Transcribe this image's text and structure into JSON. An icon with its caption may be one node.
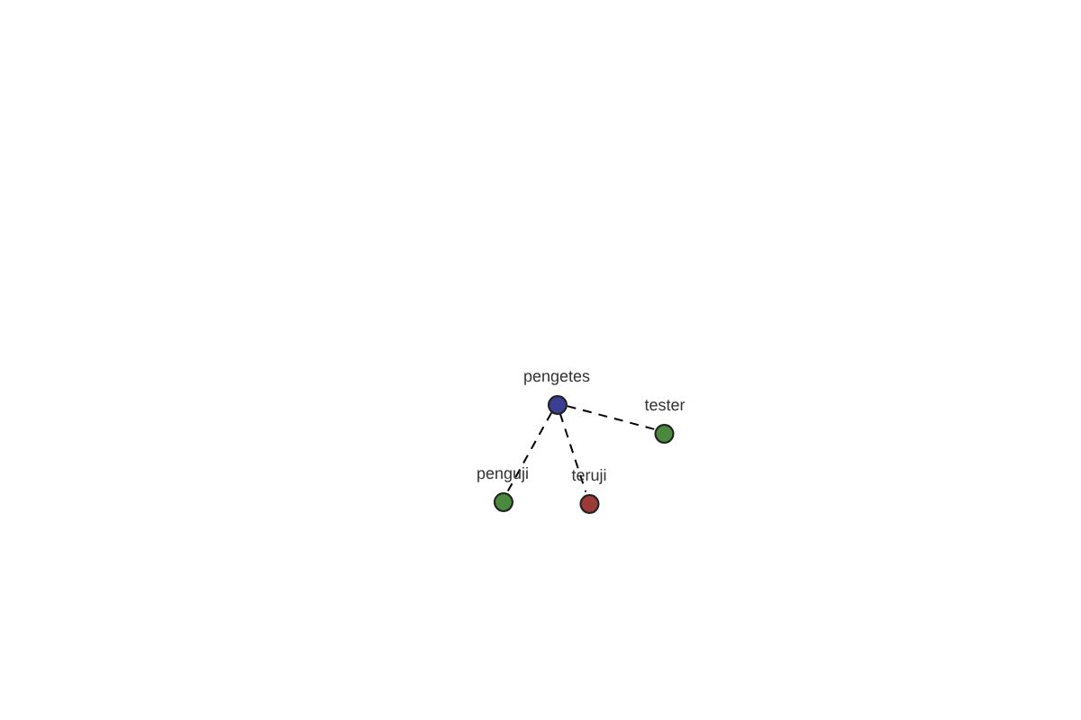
{
  "diagram": {
    "nodes": [
      {
        "text": [
          "pengetes"
        ]
      },
      {
        "text": [
          "tester"
        ]
      },
      {
        "text": [
          "penguji"
        ]
      },
      {
        "text": [
          "teruji"
        ]
      }
    ],
    "edges": [
      {
        "from": 0,
        "to": 1,
        "arrow": "none",
        "style": "dashed"
      },
      {
        "from": 0,
        "to": 2,
        "arrow": "none",
        "style": "dashed"
      },
      {
        "from": 0,
        "to": 3,
        "arrow": "none",
        "style": "dashed"
      }
    ]
  }
}
